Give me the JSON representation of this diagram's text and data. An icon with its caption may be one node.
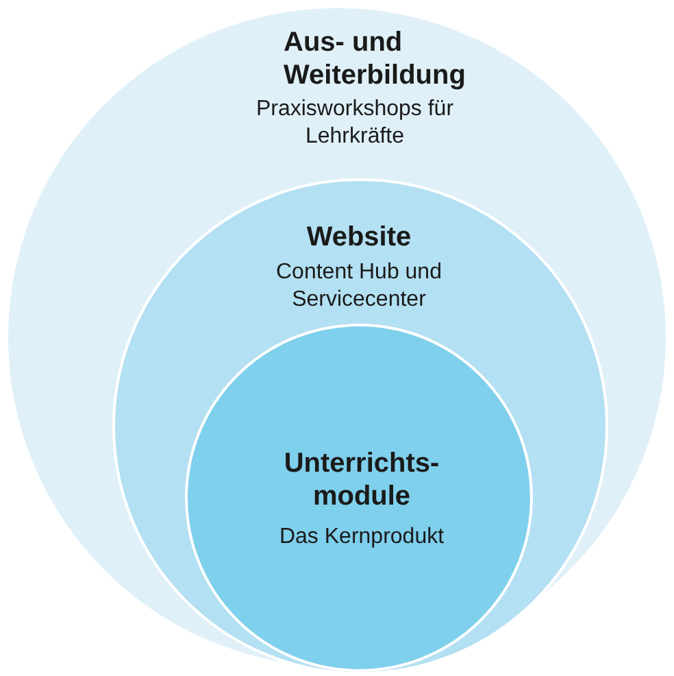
{
  "diagram": {
    "nodes": [
      {
        "text": [
          "Aus- und Weiterbildung",
          "Praxisworkshops für Lehrkräfte"
        ]
      },
      {
        "text": [
          "Website",
          "Content Hub und Servicecenter"
        ],
        "in": 0
      },
      {
        "text": [
          "Unterrichts- module",
          "Das Kernprodukt"
        ],
        "in": 1
      }
    ]
  }
}
